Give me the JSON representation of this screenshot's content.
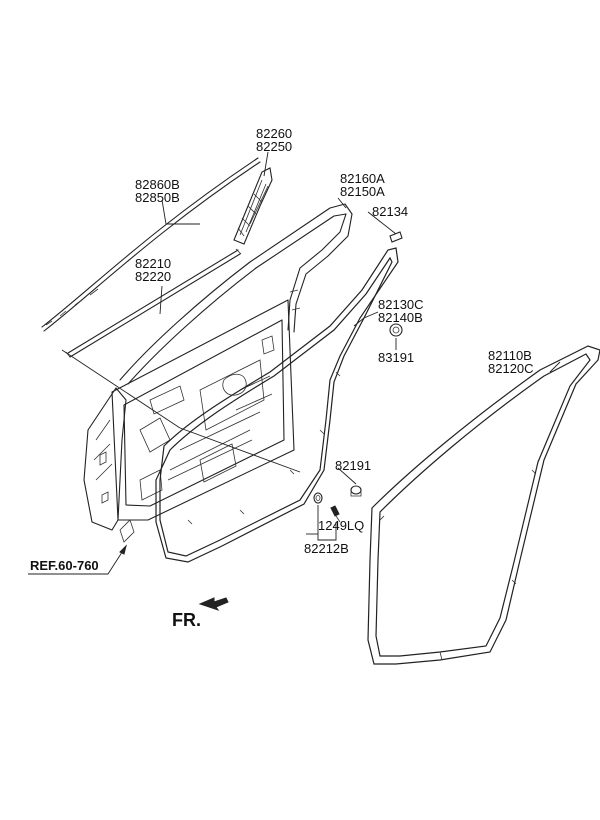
{
  "diagram": {
    "labels": {
      "l82260": "82260",
      "l82250": "82250",
      "l82860B": "82860B",
      "l82850B": "82850B",
      "l82160A": "82160A",
      "l82150A": "82150A",
      "l82134": "82134",
      "l82210": "82210",
      "l82220": "82220",
      "l82130C": "82130C",
      "l82140B": "82140B",
      "l83191": "83191",
      "l82110B": "82110B",
      "l82120C": "82120C",
      "l82191": "82191",
      "l1249LQ": "1249LQ",
      "l82212B": "82212B",
      "ref": "REF.60-760",
      "front": "FR."
    }
  }
}
